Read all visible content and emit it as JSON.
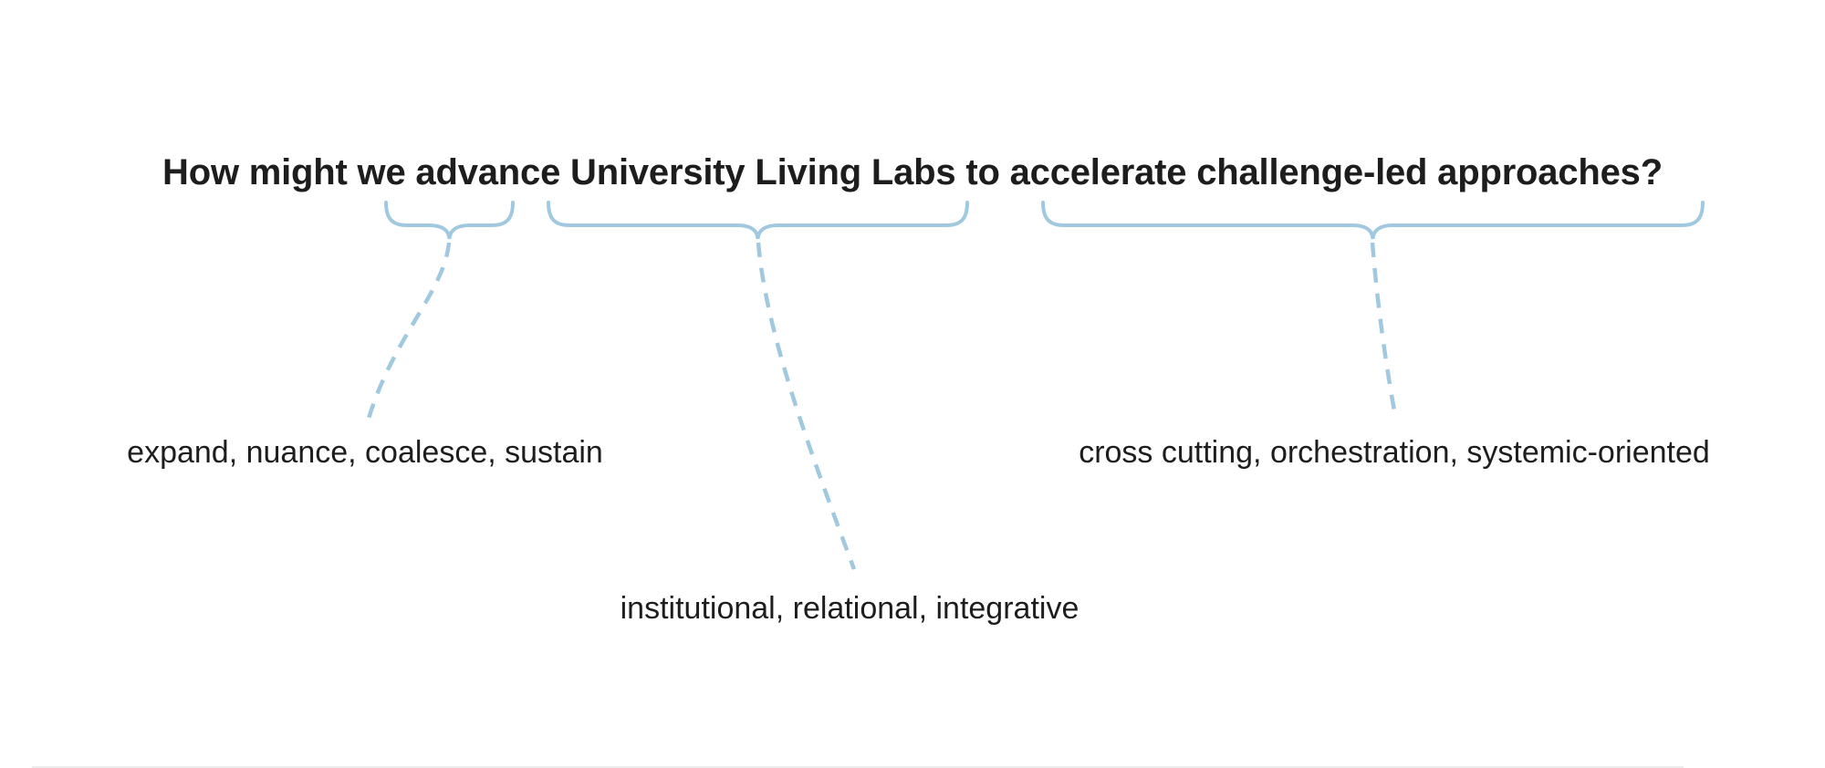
{
  "page": {
    "background": "#ffffff",
    "accent_blue": "#a0c9e0",
    "text_color": "#1d1d1d"
  },
  "title": "How might we advance University Living Labs to accelerate challenge-led approaches?",
  "annotations": [
    {
      "target_phrase": "advance",
      "label": "expand, nuance, coalesce, sustain"
    },
    {
      "target_phrase": "University Living Labs",
      "label": "institutional, relational, integrative"
    },
    {
      "target_phrase": "accelerate challenge-led approaches",
      "label": "cross cutting, orchestration, systemic-oriented"
    }
  ]
}
